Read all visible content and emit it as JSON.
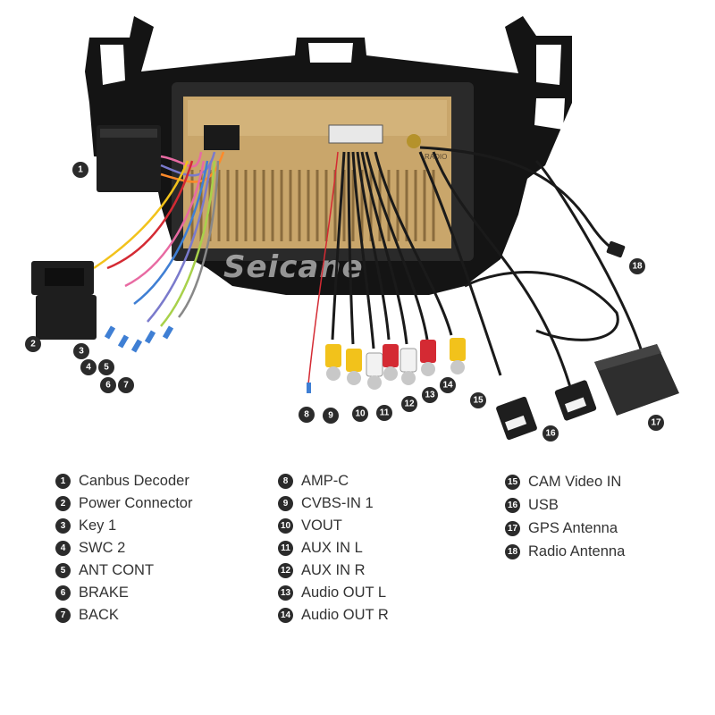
{
  "watermark": "Seicane",
  "radio_port_label": "RADIO",
  "callouts": [
    "1",
    "2",
    "3",
    "4",
    "5",
    "6",
    "7",
    "8",
    "9",
    "10",
    "11",
    "12",
    "13",
    "14",
    "15",
    "16",
    "17",
    "18"
  ],
  "legend": {
    "column1": [
      {
        "num": "1",
        "label": "Canbus Decoder"
      },
      {
        "num": "2",
        "label": "Power Connector"
      },
      {
        "num": "3",
        "label": "Key 1"
      },
      {
        "num": "4",
        "label": "SWC 2"
      },
      {
        "num": "5",
        "label": "ANT CONT"
      },
      {
        "num": "6",
        "label": "BRAKE"
      },
      {
        "num": "7",
        "label": "BACK"
      }
    ],
    "column2": [
      {
        "num": "8",
        "label": "AMP-C"
      },
      {
        "num": "9",
        "label": "CVBS-IN 1"
      },
      {
        "num": "10",
        "label": "VOUT"
      },
      {
        "num": "11",
        "label": "AUX IN L"
      },
      {
        "num": "12",
        "label": "AUX IN R"
      },
      {
        "num": "13",
        "label": "Audio OUT L"
      },
      {
        "num": "14",
        "label": "Audio OUT R"
      }
    ],
    "column3": [
      {
        "num": "15",
        "label": "CAM Video IN"
      },
      {
        "num": "16",
        "label": "USB"
      },
      {
        "num": "17",
        "label": "GPS Antenna"
      },
      {
        "num": "18",
        "label": "Radio Antenna"
      }
    ]
  },
  "colors": {
    "frame": "#141414",
    "chassis": "#c9a66b",
    "rca_red": "#d42a33",
    "rca_yellow": "#f2c21b",
    "rca_white": "#f2f2f2",
    "callout_bg": "#2b2b2b"
  }
}
